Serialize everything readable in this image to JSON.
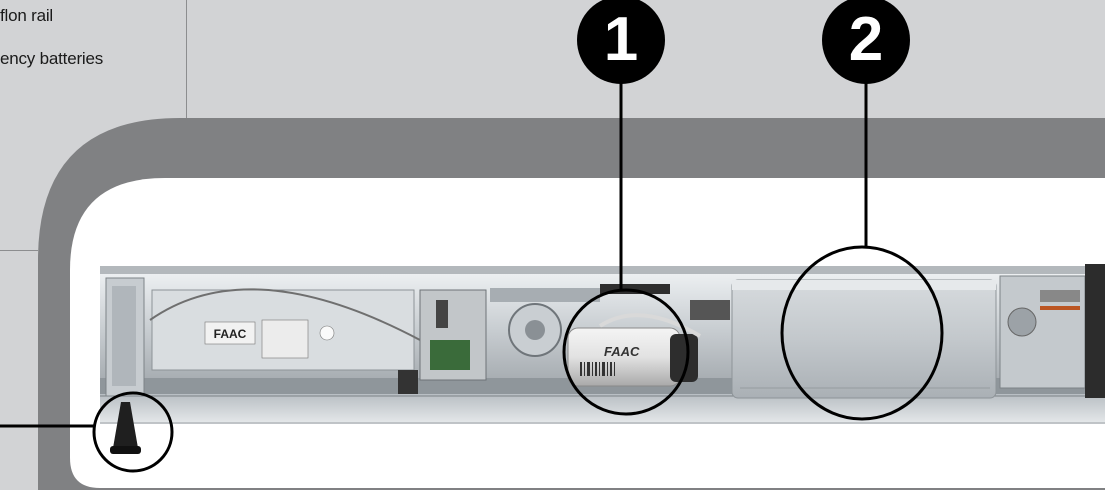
{
  "features": [
    {
      "text": "flon rail"
    },
    {
      "text": "ency batteries"
    }
  ],
  "callouts": [
    {
      "number": "1"
    },
    {
      "number": "2"
    }
  ],
  "product": {
    "brand": "FAAC"
  },
  "colors": {
    "background": "#d2d3d5",
    "frame": "#808183",
    "badge": "#000000",
    "badge_text": "#ffffff",
    "leader": "#000000"
  }
}
